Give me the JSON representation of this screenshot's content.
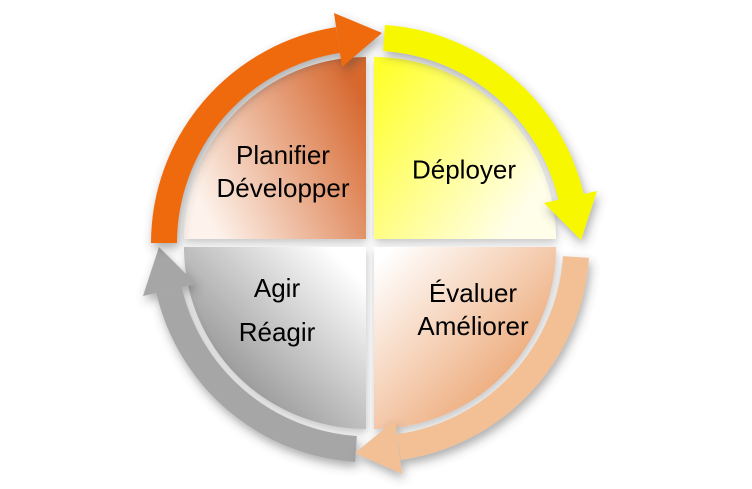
{
  "diagram": {
    "kind": "cycle-diagram",
    "background_color": "#FFFFFF",
    "text_color": "#000000",
    "quadrants": [
      {
        "id": "planifier-developper",
        "lines": [
          "Planifier",
          "Développer"
        ],
        "fill_light": "#FDF3EC",
        "fill_dark": "#D6672E",
        "arrow_color": "#EE6A0C"
      },
      {
        "id": "deployer",
        "lines": [
          "Déployer"
        ],
        "fill_light": "#FFFEE9",
        "fill_dark": "#FFFF2B",
        "arrow_color": "#F7F700"
      },
      {
        "id": "evaluer-ameliorer",
        "lines": [
          "Évaluer",
          "Améliorer"
        ],
        "fill_light": "#FFFFFF",
        "fill_dark": "#ECA572",
        "arrow_color": "#F3C096"
      },
      {
        "id": "agir-reagir",
        "lines": [
          "Agir",
          "Réagir"
        ],
        "fill_light": "#FFFFFF",
        "fill_dark": "#8F8F8F",
        "arrow_color": "#A6A6A6"
      }
    ]
  }
}
